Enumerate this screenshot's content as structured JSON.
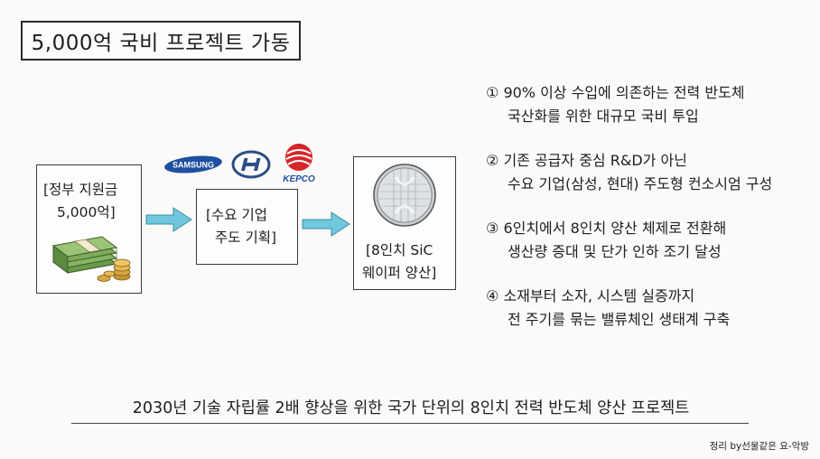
{
  "title": "5,000억 국비 프로젝트 가동",
  "flow": {
    "gov_box": {
      "line1": "[정부 지원금",
      "line2": "5,000억]"
    },
    "demand_box": {
      "line1": "[수요 기업",
      "line2": "주도 기획]"
    },
    "wafer_box": {
      "line1": "[8인치 SiC",
      "line2": "웨이퍼 양산]"
    }
  },
  "logos": {
    "samsung": "SAMSUNG",
    "kepco": "KEPCO"
  },
  "points": [
    {
      "num": "①",
      "line1": "90% 이상 수입에 의존하는 전력 반도체",
      "line2": "국산화를 위한 대규모 국비 투입"
    },
    {
      "num": "②",
      "line1": "기존 공급자 중심 R&D가 아닌",
      "line2": "수요 기업(삼성, 현대) 주도형 컨소시엄 구성"
    },
    {
      "num": "③",
      "line1": "6인치에서 8인치 양산 체제로 전환해",
      "line2": "생산량 증대 및 단가 인하 조기 달성"
    },
    {
      "num": "④",
      "line1": "소재부터 소자, 시스템 실증까지",
      "line2": "전 주기를 묶는 밸류체인 생태계 구축"
    }
  ],
  "summary": "2030년 기술 자립률 2배 향상을 위한 국가 단위의 8인치 전력 반도체 양산 프로젝트",
  "credit": "정리 by선물같은 요-악방",
  "colors": {
    "arrow": "#6fc8dc",
    "money": "#7faa5a",
    "coin": "#d9a640",
    "kepco": "#d6262b",
    "samsung": "#1f4fa0",
    "hyundai": "#2a4f86"
  }
}
